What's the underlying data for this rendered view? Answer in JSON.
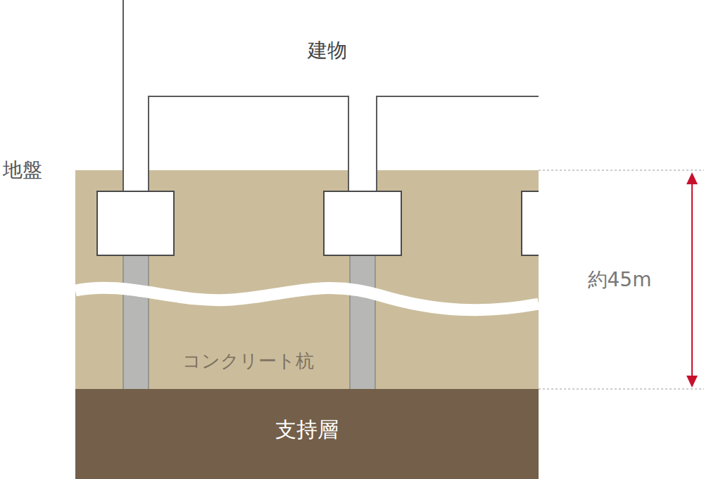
{
  "diagram": {
    "nodes": [
      {
        "text": [
          "支持層"
        ]
      }
    ],
    "labels": [
      "建物",
      "地盤",
      "コンクリート杭",
      "約45m"
    ]
  }
}
